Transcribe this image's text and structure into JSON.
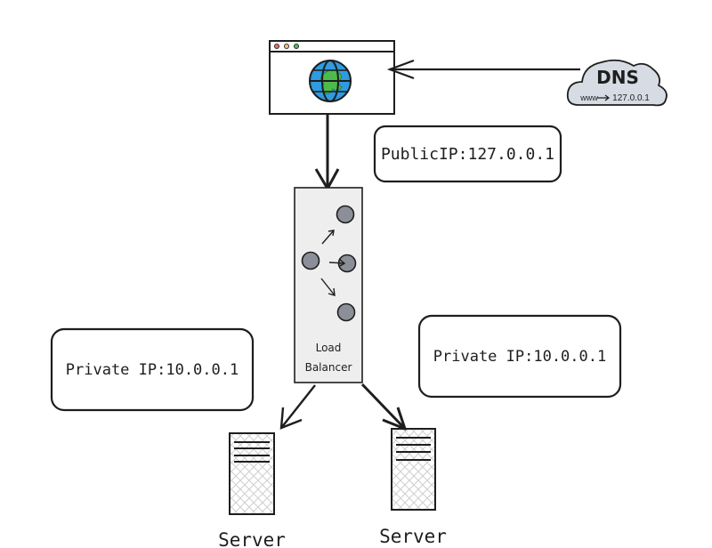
{
  "diagram": {
    "title": "Load balancer architecture",
    "browser": {
      "icon": "globe-icon",
      "window_dots": [
        "#e06c75",
        "#e5c07b",
        "#56b65c"
      ]
    },
    "dns": {
      "label": "DNS",
      "mapping": "www→127.0.0.1",
      "mapping_from": "www",
      "mapping_to": "127.0.0.1"
    },
    "public_ip_label": "PublicIP:127.0.0.1",
    "load_balancer": {
      "label_line1": "Load",
      "label_line2": "Balancer"
    },
    "private_ip_left": "Private IP:10.0.0.1",
    "private_ip_right": "Private IP:10.0.0.1",
    "servers": [
      {
        "label": "Server"
      },
      {
        "label": "Server"
      }
    ],
    "colors": {
      "stroke": "#1e1e1e",
      "globe_ocean": "#2f9be0",
      "globe_land": "#4cbb4c",
      "cloud_fill": "#d6dbe4",
      "lb_fill": "#eeeeee",
      "node_fill": "#8a8f98",
      "server_hatch": "#c8c8c8"
    }
  }
}
